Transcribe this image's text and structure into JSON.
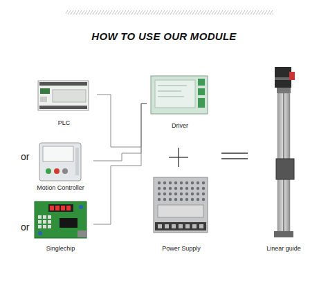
{
  "diagram": {
    "title": "HOW TO USE OUR MODULE",
    "nodes": [
      {
        "text": [
          "PLC"
        ]
      },
      {
        "text": [
          "Motion Controller"
        ]
      },
      {
        "text": [
          "Singlechip"
        ]
      },
      {
        "text": [
          "Driver"
        ]
      },
      {
        "text": [
          "Power Supply"
        ]
      },
      {
        "text": [
          "Linear guide"
        ]
      }
    ],
    "edges": [
      {
        "from": 0,
        "to": 3,
        "arrow": "none"
      },
      {
        "from": 1,
        "to": 3,
        "arrow": "none"
      },
      {
        "from": 2,
        "to": 3,
        "arrow": "none"
      }
    ],
    "labels": [
      "or",
      "or"
    ]
  }
}
